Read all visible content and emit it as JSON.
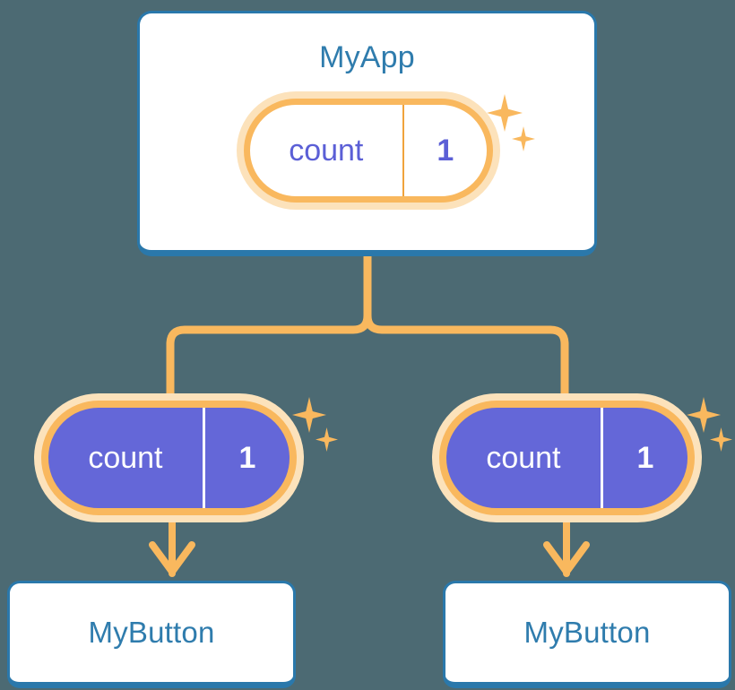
{
  "theme": {
    "background": "#4c6a73",
    "card_border": "#2a78ab",
    "card_fill": "#ffffff",
    "title_text": "#2f7cad",
    "accent_orange": "#f9b85e",
    "accent_orange_halo": "#fce2bb",
    "state_purple": "#6467d8",
    "state_text_light": "#ffffff",
    "state_text_purple": "#5b5fd6",
    "connector": "#f9b85e"
  },
  "diagram": {
    "type": "component-state-tree",
    "root": {
      "title": "MyApp",
      "state": {
        "key": "count",
        "value": "1"
      }
    },
    "children": [
      {
        "state": {
          "key": "count",
          "value": "1"
        },
        "title": "MyButton"
      },
      {
        "state": {
          "key": "count",
          "value": "1"
        },
        "title": "MyButton"
      }
    ]
  },
  "icons": {
    "sparkle_large": "sparkle-star-large",
    "sparkle_small": "sparkle-star-small",
    "arrow_down": "arrow-down-icon",
    "branch": "branch-connector-icon"
  }
}
